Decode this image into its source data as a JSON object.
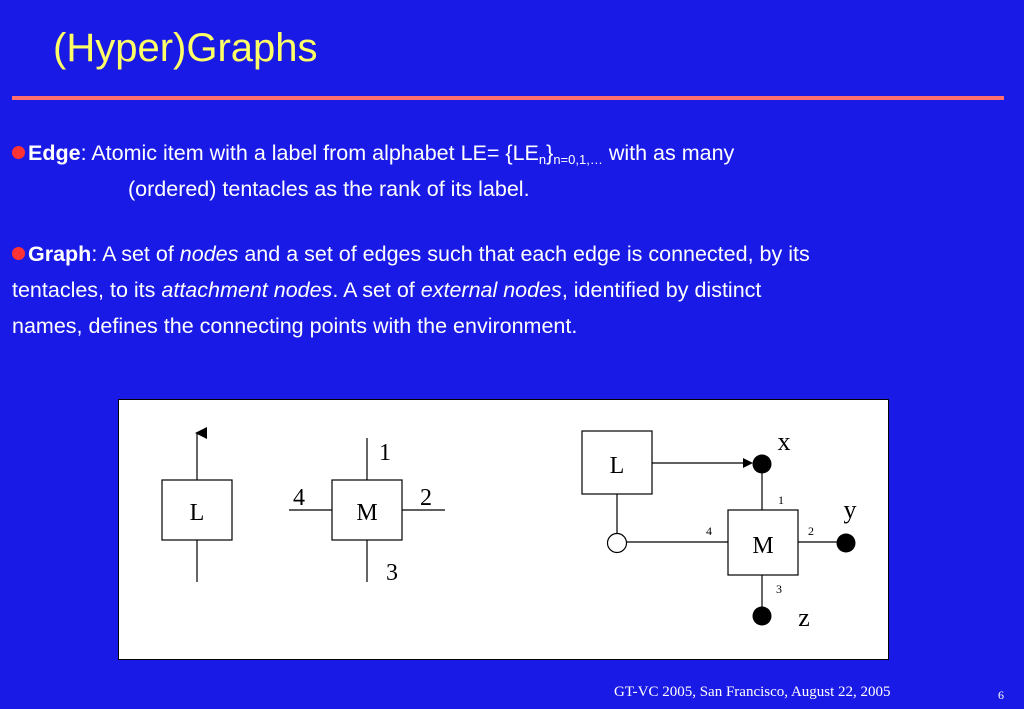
{
  "slide": {
    "title": "(Hyper)Graphs"
  },
  "edge_item": {
    "term": "Edge",
    "text_1": ": Atomic item with a label from alphabet LE= {LE",
    "sub_1": "n",
    "text_2": "}",
    "sub_2": "n=0,1,…",
    "text_3": " with as many",
    "line_2": "(ordered) tentacles as the rank of its label."
  },
  "graph_item": {
    "term": "Graph",
    "t1": ": A set of ",
    "nodes": "nodes",
    "t2": " and a set of edges such that each edge  is connected, by its",
    "t3": "tentacles, to its ",
    "attachment_nodes": "attachment nodes",
    "t4": ".  A set of ",
    "external_nodes": "external nodes",
    "t5": ", identified by distinct",
    "t6": "names, defines the connecting points with the environment."
  },
  "figure": {
    "edge_L_label": "L",
    "edge_M_label": "M",
    "m_tentacle_1": "1",
    "m_tentacle_2": "2",
    "m_tentacle_3": "3",
    "m_tentacle_4": "4",
    "graph_L_label": "L",
    "graph_M_label": "M",
    "graph_tentacle_1": "1",
    "graph_tentacle_2": "2",
    "graph_tentacle_3": "3",
    "graph_tentacle_4": "4",
    "external_x": "x",
    "external_y": "y",
    "external_z": "z"
  },
  "footer": {
    "text": "GT-VC 2005, San Francisco, August 22, 2005",
    "page": "6"
  }
}
